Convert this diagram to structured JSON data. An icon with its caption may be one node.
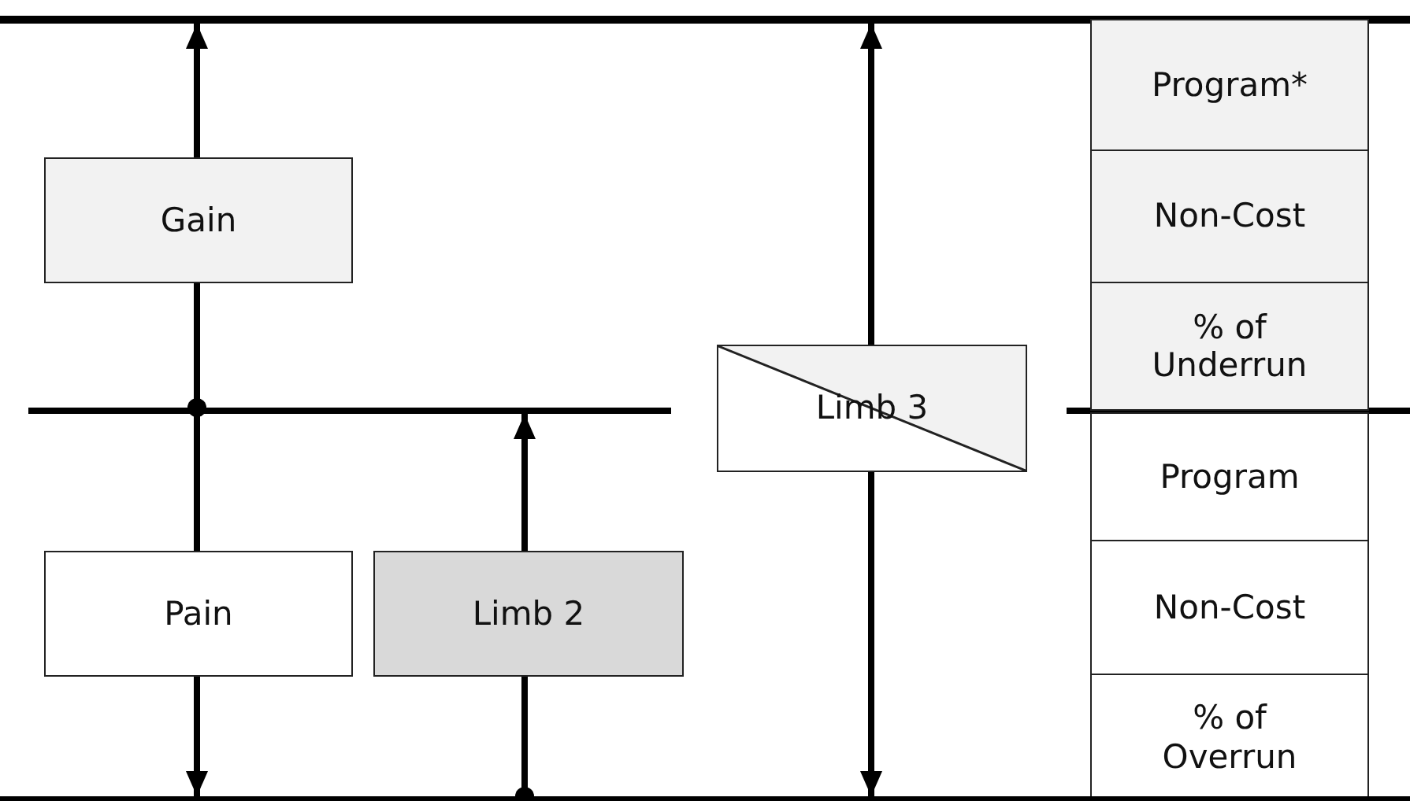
{
  "diagram": {
    "nodes": [
      {
        "text": [],
        "shape": "bar"
      },
      {
        "text": [
          "Gain"
        ]
      },
      {
        "text": [],
        "shape": "bar"
      },
      {
        "text": [
          "Pain"
        ]
      },
      {
        "text": [
          "Limb 2"
        ]
      },
      {
        "text": [
          "Limb 3"
        ]
      },
      {
        "text": [
          "Program*"
        ]
      },
      {
        "text": [
          "Non-Cost"
        ]
      },
      {
        "text": [
          "% of Underrun"
        ]
      },
      {
        "text": [
          "Program"
        ]
      },
      {
        "text": [
          "Non-Cost"
        ]
      },
      {
        "text": [
          "% of Overrun"
        ]
      },
      {
        "text": [],
        "shape": "bar"
      }
    ],
    "edges": [
      {
        "from": 1,
        "to": 0,
        "arrow": "to"
      },
      {
        "from": 1,
        "to": 2,
        "arrow": "other"
      },
      {
        "from": 2,
        "to": 3,
        "arrow": "none"
      },
      {
        "from": 3,
        "to": 12,
        "arrow": "to"
      },
      {
        "from": 4,
        "to": 2,
        "arrow": "to"
      },
      {
        "from": 4,
        "to": 12,
        "arrow": "other"
      },
      {
        "from": 5,
        "to": 0,
        "arrow": "to"
      },
      {
        "from": 5,
        "to": 12,
        "arrow": "to"
      }
    ]
  }
}
